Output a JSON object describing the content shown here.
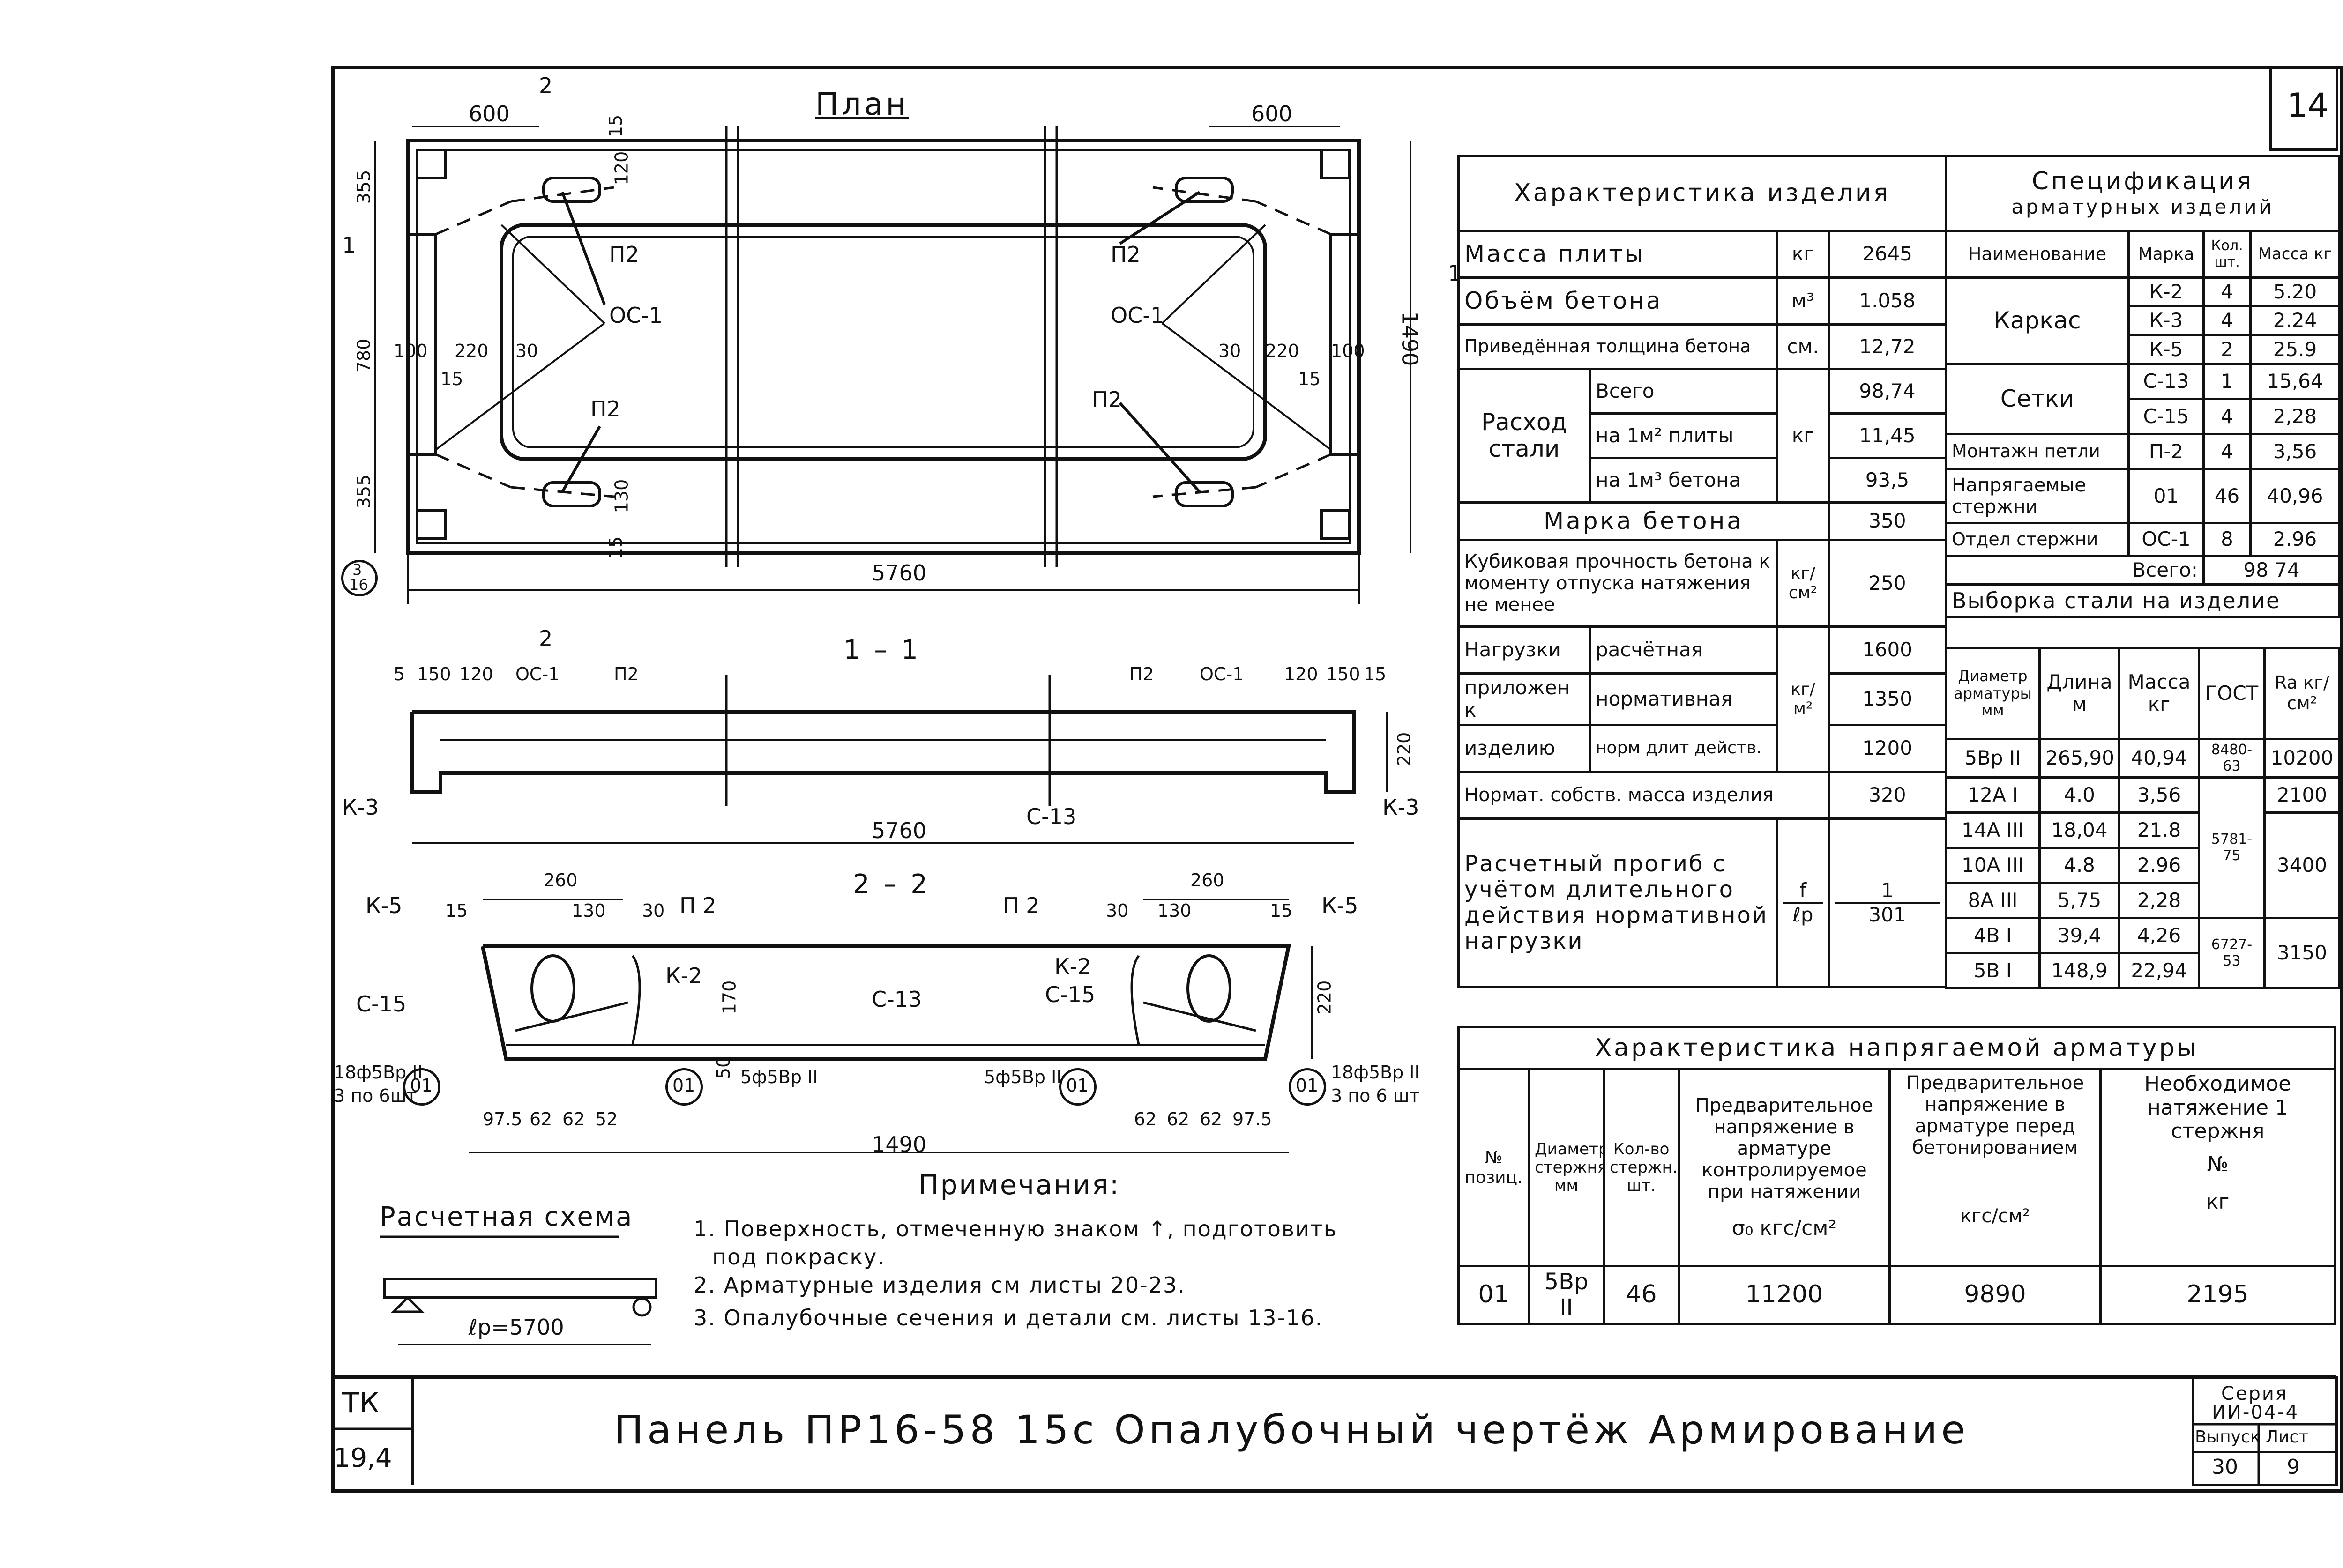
{
  "sheet": {
    "page_corner_number": "14",
    "title": "Панель ПР16-58 15с Опалубочный чертёж Армирование",
    "left_tab_top": "ТК",
    "left_tab_bottom": "19,4",
    "series_label": "Серия",
    "series_value": "ИИ-04-4",
    "issue_label": "Выпуск",
    "issue_value": "30",
    "list_label": "Лист",
    "list_value": "9"
  },
  "plan": {
    "title": "План",
    "dims": {
      "d600_left": "600",
      "d600_right": "600",
      "d355_top": "355",
      "d780": "780",
      "d355_bottom": "355",
      "d1490": "1490",
      "d5760": "5760",
      "d100_l": "100",
      "d220_l": "220",
      "d30_l": "30",
      "d15_l": "15",
      "d100_r": "100",
      "d220_r": "220",
      "d30_r": "30",
      "d15_r": "15",
      "d15_top": "15",
      "d120": "120",
      "d130": "130",
      "d15_bot": "15"
    },
    "labels": {
      "p2_tl": "П2",
      "p2_bl": "П2",
      "p2_tr": "П2",
      "p2_br": "П2",
      "os1_l": "ОС-1",
      "os1_r": "ОС-1",
      "sec1_l": "1",
      "sec1_r": "1",
      "sec2_t": "2",
      "sec2_b": "2",
      "detail": "3",
      "detail_sheet": "16"
    }
  },
  "section11": {
    "title": "1 – 1",
    "dims": {
      "d5": "5",
      "d150_l": "150",
      "d120_l": "120",
      "d120_r": "120",
      "d150_r": "150",
      "d15_r": "15",
      "d220": "220",
      "d5760": "5760"
    },
    "labels": {
      "os1_l": "ОС-1",
      "p2_l": "П2",
      "p2_r": "П2",
      "os1_r": "ОС-1",
      "k3_l": "К-3",
      "k3_r": "К-3",
      "c13": "С-13"
    }
  },
  "section22": {
    "title": "2 – 2",
    "dims": {
      "d260_l": "260",
      "d130_l": "130",
      "d15_l": "15",
      "d30_l": "30",
      "d170": "170",
      "d50": "50",
      "d260_r": "260",
      "d30_r": "30",
      "d130_r": "130",
      "d15_r": "15",
      "d220": "220",
      "d1490": "1490",
      "l97": "97.5",
      "l62a": "62",
      "l62b": "62",
      "l52": "52",
      "r62a": "62",
      "r62b": "62",
      "r62c": "62",
      "r97": "97.5"
    },
    "labels": {
      "k5_l": "К-5",
      "k5_r": "К-5",
      "p2_l": "П 2",
      "p2_r": "П 2",
      "k2_l": "К-2",
      "k2_r": "К-2",
      "c15_l": "С-15",
      "c15_r": "С-15",
      "c13": "С-13",
      "pos01": "01",
      "rebar_l1": "18ф5Вр II",
      "rebar_l2": "3 по 6шт",
      "rebar_ml": "5ф5Вр II",
      "rebar_mr": "5ф5Вр II",
      "rebar_r1": "18ф5Вр II",
      "rebar_r2": "3 по 6 шт"
    }
  },
  "scheme": {
    "title": "Расчетная схема",
    "span": "ℓр=5700"
  },
  "notes": {
    "title": "Примечания:",
    "items": [
      "1. Поверхность, отмеченную знаком ↑, подготовить",
      "под покраску.",
      "2. Арматурные изделия см листы 20-23.",
      "3. Опалубочные сечения и детали см. листы 13-16."
    ]
  },
  "characteristics": {
    "header": "Характеристика изделия",
    "rows": {
      "mass_label": "Масса плиты",
      "mass_unit": "кг",
      "mass_value": "2645",
      "volume_label": "Объём бетона",
      "volume_unit": "м³",
      "volume_value": "1.058",
      "thickness_label": "Приведённая толщина бетона",
      "thickness_unit": "см.",
      "thickness_value": "12,72",
      "steel_label": "Расход стали",
      "steel_unit": "кг",
      "steel_total_label": "Всего",
      "steel_total_value": "98,74",
      "steel_m2_label": "на 1м² плиты",
      "steel_m2_value": "11,45",
      "steel_m3_label": "на 1м³ бетона",
      "steel_m3_value": "93,5",
      "grade_label": "Марка бетона",
      "grade_value": "350",
      "cube_label": "Кубиковая прочность бетона к моменту отпуска натяжения не менее",
      "cube_unit": "кг/см²",
      "cube_value": "250",
      "load_label_1": "Нагрузки",
      "load_label_2": "приложен к",
      "load_label_3": "изделию",
      "load_unit": "кг/м²",
      "load_calc_label": "расчётная",
      "load_calc_value": "1600",
      "load_norm_label": "нормативная",
      "load_norm_value": "1350",
      "load_long_label": "норм длит действ.",
      "load_long_value": "1200",
      "self_label": "Нормат. собств. масса изделия",
      "self_value": "320",
      "defl_label": "Расчетный прогиб с учётом длительного действия нормативной нагрузки",
      "defl_unit_top": "f",
      "defl_unit_bot": "ℓр",
      "defl_value_top": "1",
      "defl_value_bot": "301"
    }
  },
  "specification": {
    "header_1": "Спецификация",
    "header_2": "арматурных изделий",
    "col_name": "Наименование",
    "col_mark": "Марка",
    "col_qty": "Кол. шт.",
    "col_mass": "Масса кг",
    "rows": [
      {
        "name": "Каркас",
        "mark": "К-2",
        "qty": "4",
        "mass": "5.20"
      },
      {
        "name": "",
        "mark": "К-3",
        "qty": "4",
        "mass": "2.24"
      },
      {
        "name": "",
        "mark": "К-5",
        "qty": "2",
        "mass": "25.9"
      },
      {
        "name": "Сетки",
        "mark": "С-13",
        "qty": "1",
        "mass": "15,64"
      },
      {
        "name": "",
        "mark": "С-15",
        "qty": "4",
        "mass": "2,28"
      },
      {
        "name": "Монтажн петли",
        "mark": "П-2",
        "qty": "4",
        "mass": "3,56"
      },
      {
        "name": "Напрягаемые стержни",
        "mark": "01",
        "qty": "46",
        "mass": "40,96"
      },
      {
        "name": "Отдел стержни",
        "mark": "ОС-1",
        "qty": "8",
        "mass": "2.96"
      }
    ],
    "total_label": "Всего:",
    "total_value": "98 74"
  },
  "steel_selection": {
    "header": "Выборка стали на изделие",
    "col_diam": "Диаметр арматуры мм",
    "col_len": "Длина м",
    "col_mass": "Масса кг",
    "col_gost": "ГОСТ",
    "col_ra": "Ra кг/см²",
    "rows": [
      {
        "diam": "5Вр II",
        "len": "265,90",
        "mass": "40,94",
        "gost": "8480-63",
        "ra": "10200"
      },
      {
        "diam": "12А I",
        "len": "4.0",
        "mass": "3,56",
        "gost": "",
        "ra": "2100"
      },
      {
        "diam": "14А III",
        "len": "18,04",
        "mass": "21.8",
        "gost": "5781-75",
        "ra": "3400"
      },
      {
        "diam": "10А III",
        "len": "4.8",
        "mass": "2.96",
        "gost": "",
        "ra": ""
      },
      {
        "diam": "8А III",
        "len": "5,75",
        "mass": "2,28",
        "gost": "",
        "ra": ""
      },
      {
        "diam": "4В I",
        "len": "39,4",
        "mass": "4,26",
        "gost": "6727-53",
        "ra": "3150"
      },
      {
        "diam": "5В I",
        "len": "148,9",
        "mass": "22,94",
        "gost": "",
        "ra": ""
      }
    ]
  },
  "prestress": {
    "header": "Характеристика напрягаемой арматуры",
    "col_pos": "№ позиц.",
    "col_diam": "Диаметр стержня мм",
    "col_qty": "Кол-во стержн. шт.",
    "col_ctrl": "Предварительное напряжение в арматуре контролируемое при натяжении",
    "col_ctrl_unit": "σ₀ кгс/см²",
    "col_before": "Предварительное напряжение в арматуре перед бетонированием",
    "col_before_unit": "кгс/см²",
    "col_tension": "Необходимое натяжение 1 стержня",
    "col_tension_unit_1": "№",
    "col_tension_unit_2": "кг",
    "row": {
      "pos": "01",
      "diam": "5Вр II",
      "qty": "46",
      "ctrl": "11200",
      "before": "9890",
      "tension": "2195"
    }
  }
}
